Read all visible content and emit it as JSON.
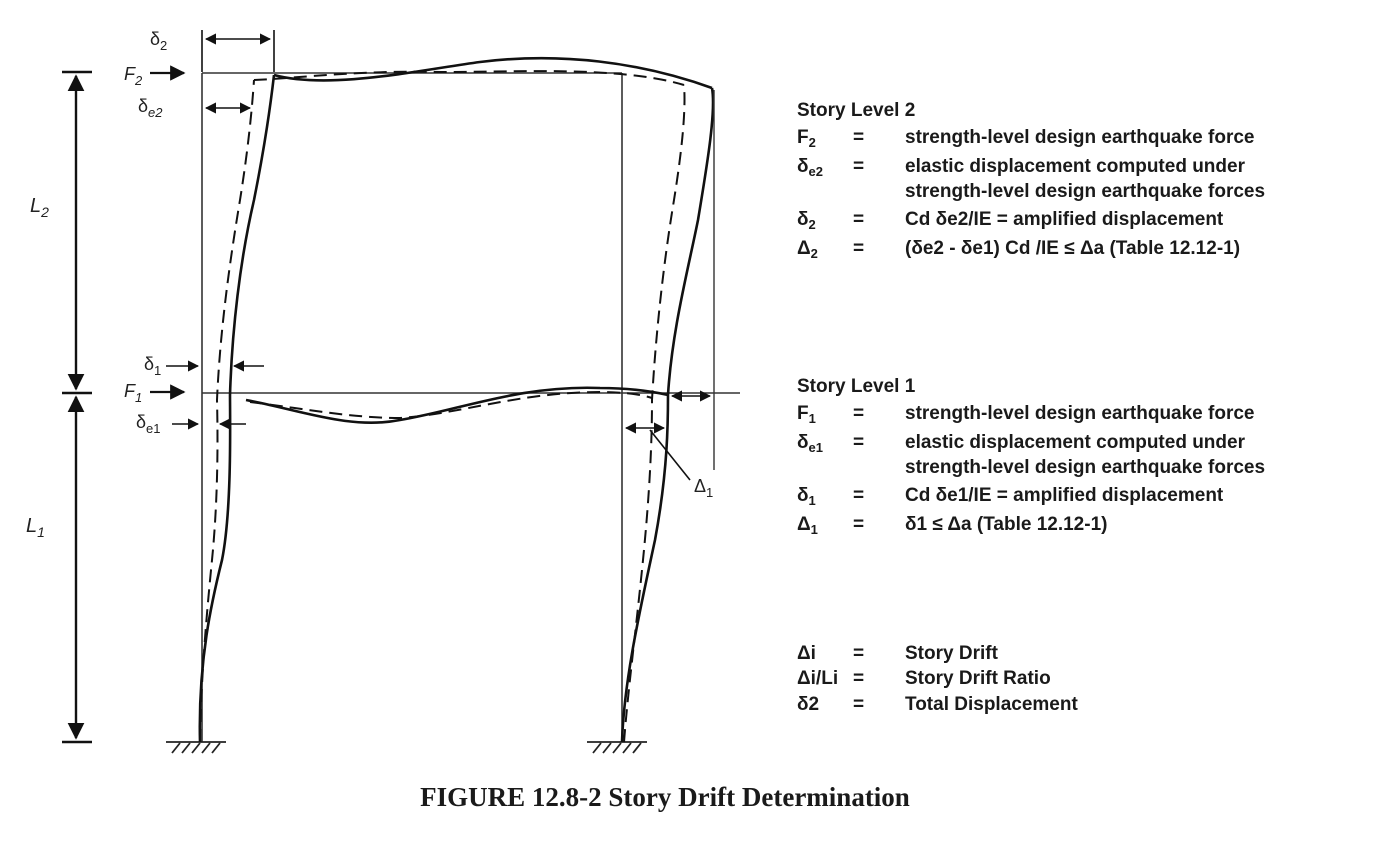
{
  "diagram_labels": {
    "delta_2_top": "δ2",
    "F2": "F2",
    "delta_e2": "δe2",
    "L2": "L2",
    "delta_1": "δ1",
    "F1": "F1",
    "delta_e1": "δe1",
    "L1": "L1",
    "Delta_1": "Δ1"
  },
  "level2": {
    "heading": "Story Level 2",
    "rows": [
      {
        "sym": "F",
        "sub": "2",
        "eq": "=",
        "text": "strength-level design earthquake force"
      },
      {
        "sym": "δ",
        "sub": "e2",
        "eq": "=",
        "text": "elastic displacement computed under",
        "text2": "strength-level design earthquake forces"
      },
      {
        "sym": "δ",
        "sub": "2",
        "eq": "=",
        "text": "Cd δe2/IE = amplified displacement"
      },
      {
        "sym": "Δ",
        "sub": "2",
        "eq": "=",
        "text": "(δe2 - δe1) Cd /IE ≤ Δa    (Table 12.12-1)"
      }
    ]
  },
  "level1": {
    "heading": "Story Level 1",
    "rows": [
      {
        "sym": "F",
        "sub": "1",
        "eq": "=",
        "text": "strength-level design earthquake force"
      },
      {
        "sym": "δ",
        "sub": "e1",
        "eq": "=",
        "text": "elastic displacement computed under",
        "text2": "strength-level design earthquake forces"
      },
      {
        "sym": "δ",
        "sub": "1",
        "eq": "=",
        "text": "Cd δe1/IE  =  amplified displacement"
      },
      {
        "sym": "Δ",
        "sub": "1",
        "eq": "=",
        "text": "δ1 ≤ Δa    (Table 12.12-1)"
      }
    ]
  },
  "definitions": [
    {
      "sym": "Δi",
      "eq": "=",
      "text": "Story Drift"
    },
    {
      "sym": "Δi/Li",
      "eq": "=",
      "text": "Story Drift Ratio"
    },
    {
      "sym": "δ2",
      "eq": "=",
      "text": "Total Displacement"
    }
  ],
  "caption": "FIGURE 12.8-2  Story Drift Determination"
}
